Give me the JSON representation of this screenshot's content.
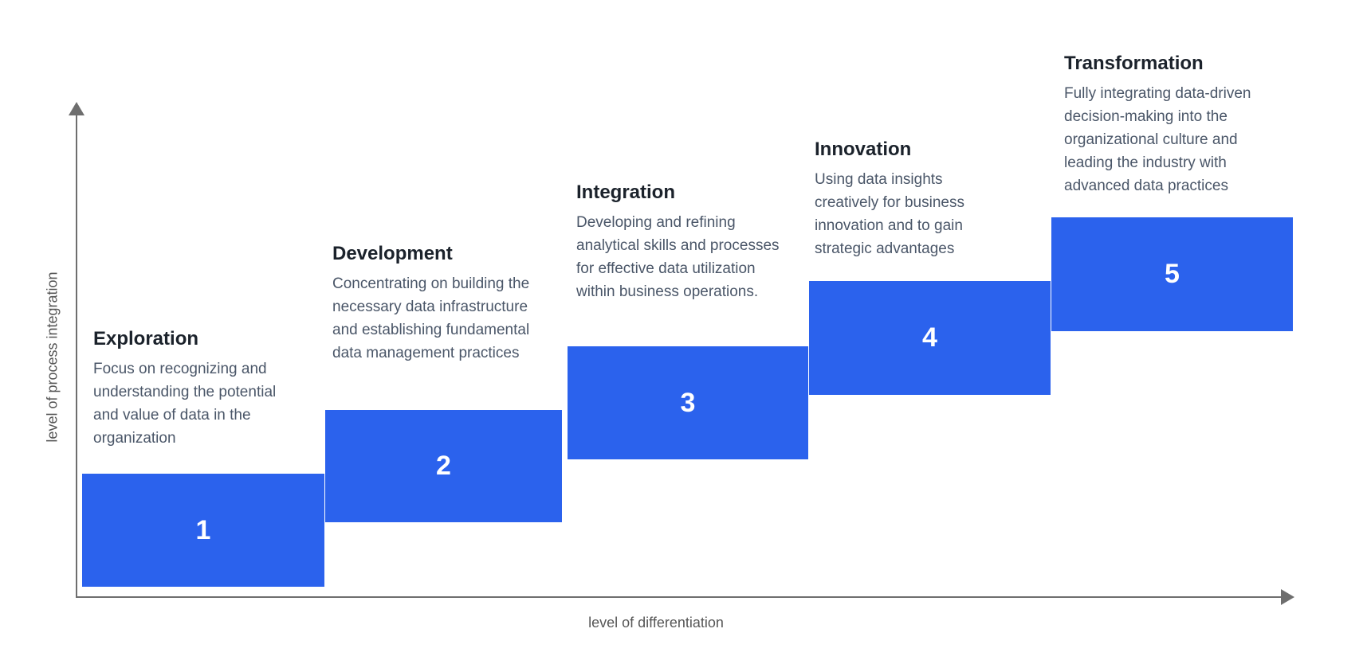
{
  "colors": {
    "accent": "#2b62ed",
    "heading": "#1b222b",
    "body": "#4a5668",
    "axis": "#6e6e6e"
  },
  "diagram": {
    "y_axis_label": "level of process integration",
    "x_axis_label": "level of differentiation",
    "stages": [
      {
        "number": "1",
        "title": "Exploration",
        "description": "Focus on recognizing and understanding the potential and value of data in the organization"
      },
      {
        "number": "2",
        "title": "Development",
        "description": "Concentrating on building the necessary data infrastructure and establishing fundamental data management practices"
      },
      {
        "number": "3",
        "title": "Integration",
        "description": "Developing and refining analytical skills and processes for effective data utilization within business operations."
      },
      {
        "number": "4",
        "title": "Innovation",
        "description": "Using data insights creatively for business innovation and to gain strategic advantages"
      },
      {
        "number": "5",
        "title": "Transformation",
        "description": "Fully integrating data-driven decision-making into the organizational culture and leading the industry with advanced data practices"
      }
    ]
  }
}
